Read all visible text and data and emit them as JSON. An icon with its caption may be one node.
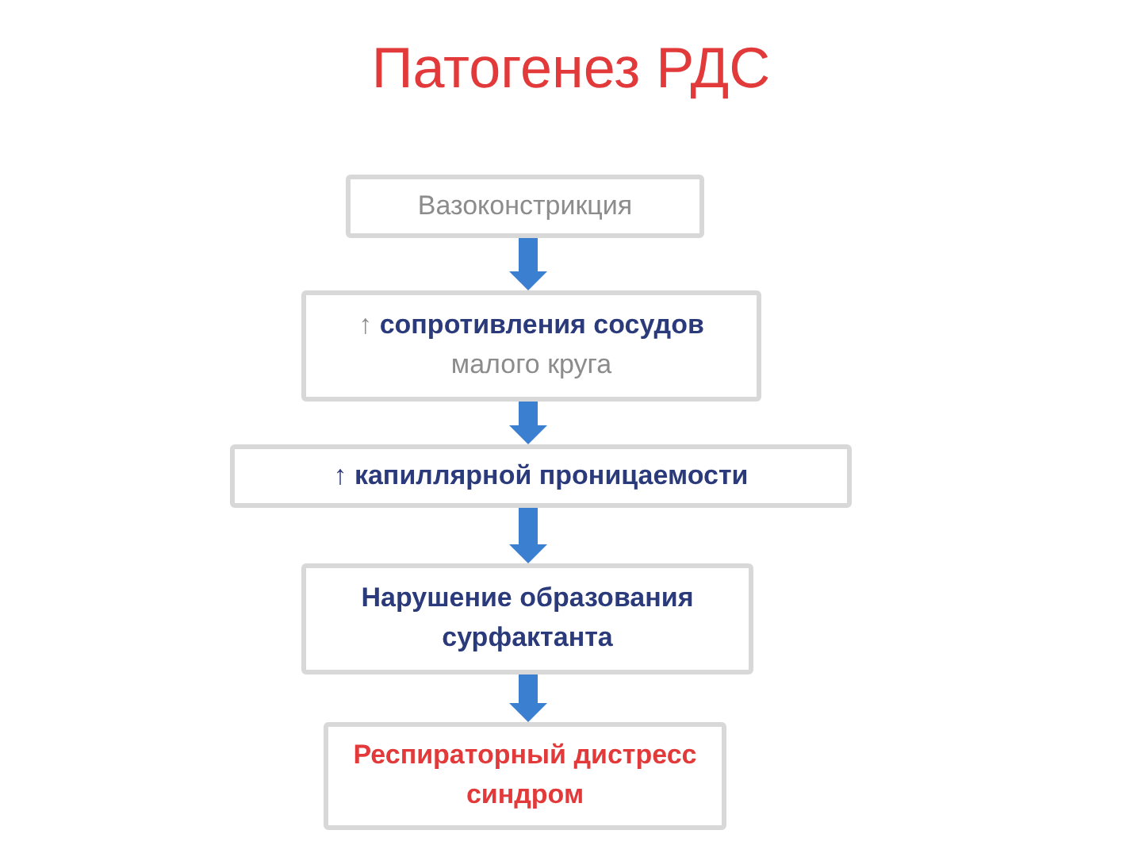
{
  "diagram": {
    "title": "Патогенез РДС",
    "nodes": [
      {
        "text": [
          "Вазоконстрикция"
        ]
      },
      {
        "text": [
          "↑ **сопротивления сосудов** малого круга"
        ]
      },
      {
        "text": [
          "↑ капиллярной проницаемости"
        ]
      },
      {
        "text": [
          "Нарушение образования сурфактанта"
        ]
      },
      {
        "text": [
          "Респираторный дистресс синдром"
        ]
      }
    ],
    "edges": [
      {
        "from": 0,
        "to": 1,
        "arrow": "to"
      },
      {
        "from": 1,
        "to": 2,
        "arrow": "to"
      },
      {
        "from": 2,
        "to": 3,
        "arrow": "to"
      },
      {
        "from": 3,
        "to": 4,
        "arrow": "to"
      }
    ]
  }
}
